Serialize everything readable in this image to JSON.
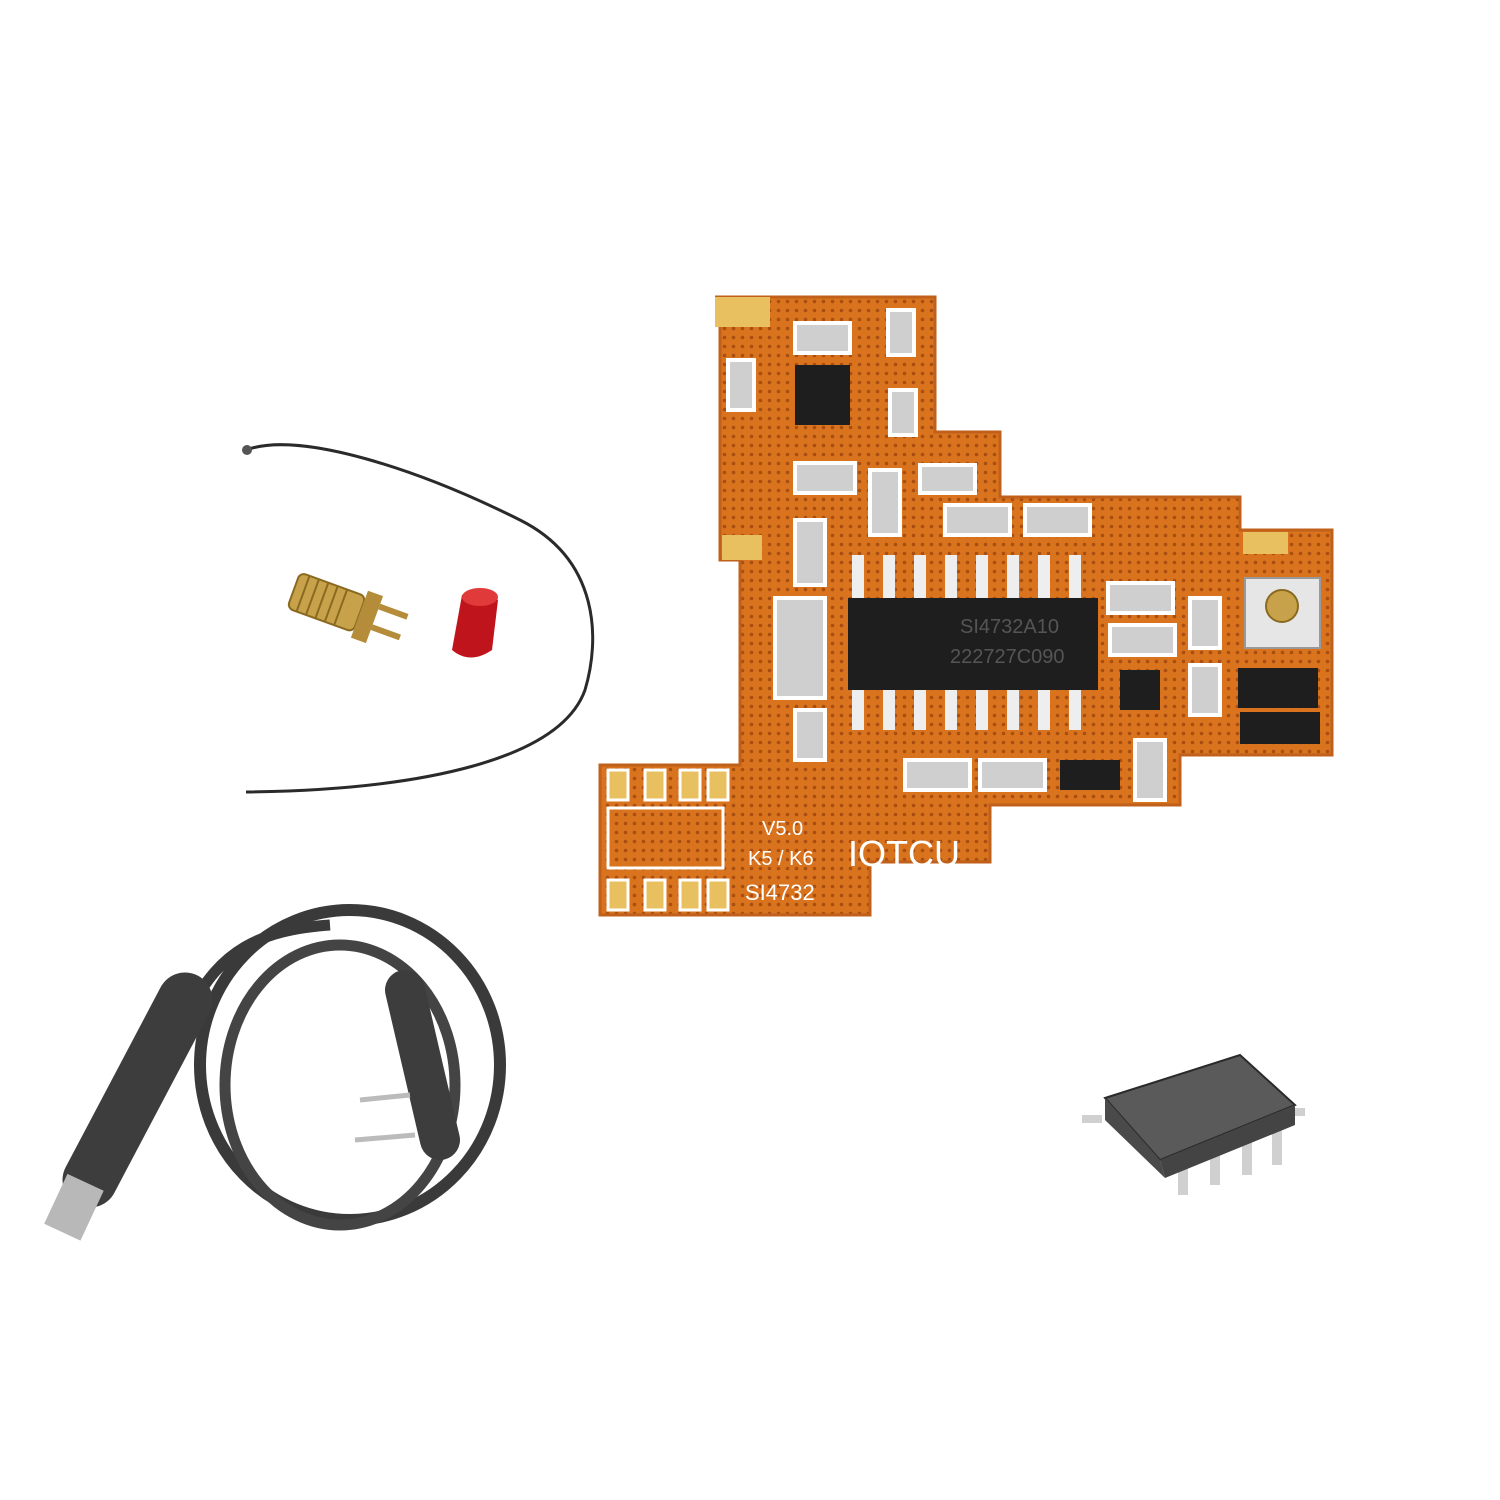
{
  "pcb": {
    "version": "V5.0",
    "model": "K5 / K6",
    "chip_name": "SI4732",
    "brand": "IOTCU",
    "ic_marking_1": "SI4732A10",
    "ic_marking_2": "222727C090"
  },
  "colors": {
    "pcb": "#d9731e",
    "pcb_dark": "#a84e10",
    "chip": "#1e1e1e",
    "cable": "#3a3a3a",
    "cap": "#c0141c",
    "sma": "#c8a24a"
  }
}
